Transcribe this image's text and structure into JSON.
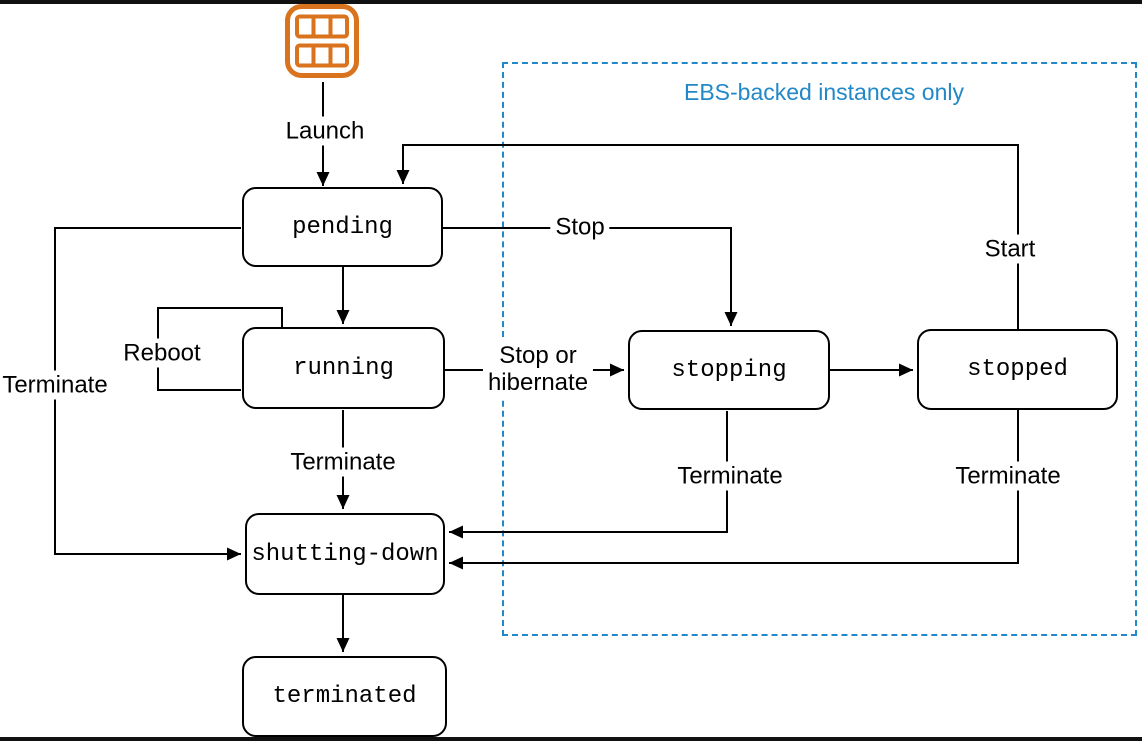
{
  "diagram": {
    "annotation": {
      "ebs_label": "EBS-backed instances only"
    },
    "icon": {
      "name": "ec2-instances-icon",
      "color": "#D9731E"
    },
    "nodes": [
      {
        "id": "pending",
        "label": "pending"
      },
      {
        "id": "running",
        "label": "running"
      },
      {
        "id": "stopping",
        "label": "stopping"
      },
      {
        "id": "stopped",
        "label": "stopped"
      },
      {
        "id": "shutting-down",
        "label": "shutting-down"
      },
      {
        "id": "terminated",
        "label": "terminated"
      }
    ],
    "edge_labels": {
      "launch": "Launch",
      "stop": "Stop",
      "stop_or_hibernate": "Stop or\nhibernate",
      "start": "Start",
      "reboot": "Reboot",
      "terminate": "Terminate"
    },
    "colors": {
      "accent_blue": "#2288C8",
      "accent_orange": "#D9731E",
      "line": "#000000",
      "background": "#FFFFFF"
    }
  }
}
